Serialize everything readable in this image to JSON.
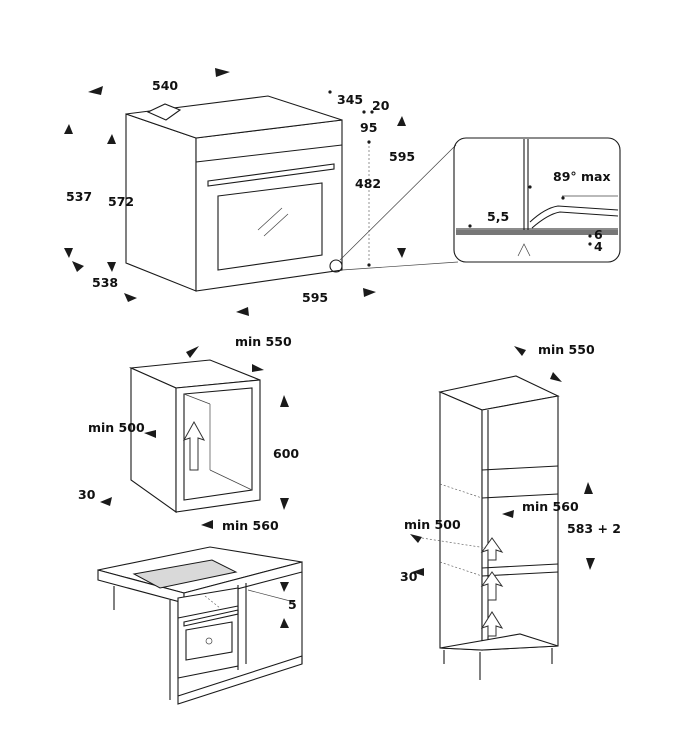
{
  "oven_dimensions": {
    "depth_top": "540",
    "d345": "345",
    "d20": "20",
    "d95": "95",
    "height_595": "595",
    "height_482": "482",
    "h537": "537",
    "h572": "572",
    "depth_538": "538",
    "width_595": "595"
  },
  "detail": {
    "angle": "89° max",
    "d55": "5,5",
    "d6": "6",
    "d4": "4"
  },
  "undercounter_niche": {
    "width": "min 550",
    "depth": "min 500",
    "gap": "30",
    "height": "600",
    "inner_width": "min 560",
    "gap5": "5"
  },
  "column_niche": {
    "width": "min 550",
    "inner_width": "min 560",
    "depth": "min 500",
    "height": "583 + 2",
    "gap": "30"
  }
}
